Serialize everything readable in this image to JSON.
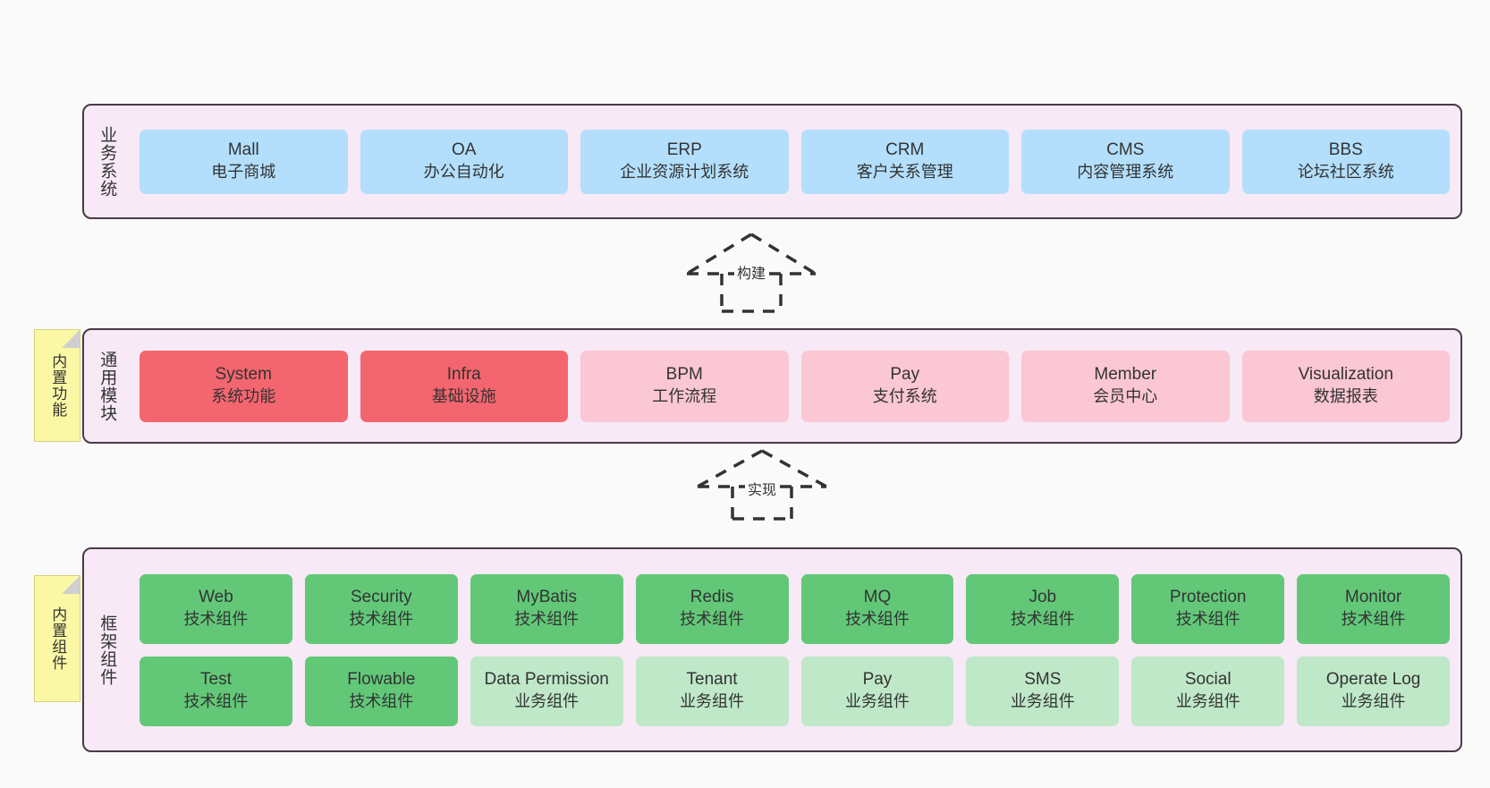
{
  "diagram": {
    "title_business": "业务系统",
    "title_modules": "通用模块",
    "title_frame": "框架组件"
  },
  "notes": {
    "builtin_functions": "内置功能",
    "builtin_components": "内置组件"
  },
  "arrows": {
    "build": "构建",
    "realize": "实现"
  },
  "colors": {
    "band_bg": "#f7e9f5",
    "band_border": "#4a3a44",
    "blue": "#b3dffc",
    "red": "#f4666f",
    "pink": "#fbc7d4",
    "green": "#62c878",
    "light_green": "#bfe8c8",
    "note_yellow": "#fbf8a5",
    "page_bg": "#fafafa"
  },
  "business_systems": [
    {
      "name": "Mall",
      "desc": "电子商城",
      "color": "blue"
    },
    {
      "name": "OA",
      "desc": "办公自动化",
      "color": "blue"
    },
    {
      "name": "ERP",
      "desc": "企业资源计划系统",
      "color": "blue"
    },
    {
      "name": "CRM",
      "desc": "客户关系管理",
      "color": "blue"
    },
    {
      "name": "CMS",
      "desc": "内容管理系统",
      "color": "blue"
    },
    {
      "name": "BBS",
      "desc": "论坛社区系统",
      "color": "blue"
    }
  ],
  "common_modules": [
    {
      "name": "System",
      "desc": "系统功能",
      "color": "red"
    },
    {
      "name": "Infra",
      "desc": "基础设施",
      "color": "red"
    },
    {
      "name": "BPM",
      "desc": "工作流程",
      "color": "pink"
    },
    {
      "name": "Pay",
      "desc": "支付系统",
      "color": "pink"
    },
    {
      "name": "Member",
      "desc": "会员中心",
      "color": "pink"
    },
    {
      "name": "Visualization",
      "desc": "数据报表",
      "color": "pink"
    }
  ],
  "framework_row1": [
    {
      "name": "Web",
      "desc": "技术组件",
      "color": "green"
    },
    {
      "name": "Security",
      "desc": "技术组件",
      "color": "green"
    },
    {
      "name": "MyBatis",
      "desc": "技术组件",
      "color": "green"
    },
    {
      "name": "Redis",
      "desc": "技术组件",
      "color": "green"
    },
    {
      "name": "MQ",
      "desc": "技术组件",
      "color": "green"
    },
    {
      "name": "Job",
      "desc": "技术组件",
      "color": "green"
    },
    {
      "name": "Protection",
      "desc": "技术组件",
      "color": "green"
    },
    {
      "name": "Monitor",
      "desc": "技术组件",
      "color": "green"
    }
  ],
  "framework_row2": [
    {
      "name": "Test",
      "desc": "技术组件",
      "color": "green"
    },
    {
      "name": "Flowable",
      "desc": "技术组件",
      "color": "green"
    },
    {
      "name": "Data Permission",
      "desc": "业务组件",
      "color": "light_green"
    },
    {
      "name": "Tenant",
      "desc": "业务组件",
      "color": "light_green"
    },
    {
      "name": "Pay",
      "desc": "业务组件",
      "color": "light_green"
    },
    {
      "name": "SMS",
      "desc": "业务组件",
      "color": "light_green"
    },
    {
      "name": "Social",
      "desc": "业务组件",
      "color": "light_green"
    },
    {
      "name": "Operate Log",
      "desc": "业务组件",
      "color": "light_green"
    }
  ]
}
